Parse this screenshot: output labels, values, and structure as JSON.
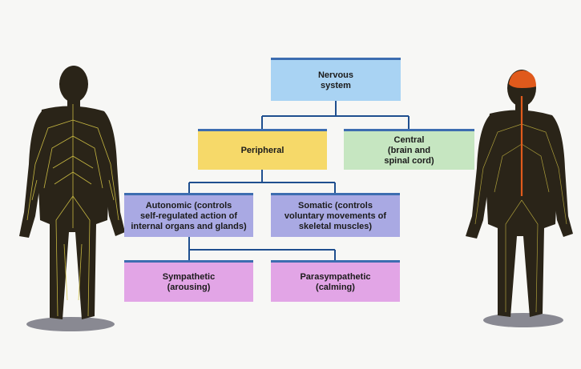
{
  "diagram": {
    "nodes": {
      "nervous_system": "Nervous\nsystem",
      "peripheral": "Peripheral",
      "central": "Central\n(brain and\nspinal cord)",
      "autonomic": "Autonomic (controls\nself-regulated action of\ninternal organs and glands)",
      "somatic": "Somatic (controls\nvoluntary movements of\nskeletal muscles)",
      "sympathetic": "Sympathetic\n(arousing)",
      "parasympathetic": "Parasympathetic\n(calming)"
    },
    "colors": {
      "nervous_system": "#a9d3f3",
      "peripheral": "#f6d969",
      "central": "#c6e6c1",
      "autonomic": "#a9a9e3",
      "somatic": "#a9a9e3",
      "sympathetic": "#e2a5e6",
      "parasympathetic": "#e2a5e6",
      "connector": "#1f4f8f",
      "nerves": "#d6c646",
      "spinal_cord": "#e05a1c"
    },
    "figures": [
      "peripheral-nervous-system-figure",
      "central-nervous-system-figure"
    ]
  }
}
